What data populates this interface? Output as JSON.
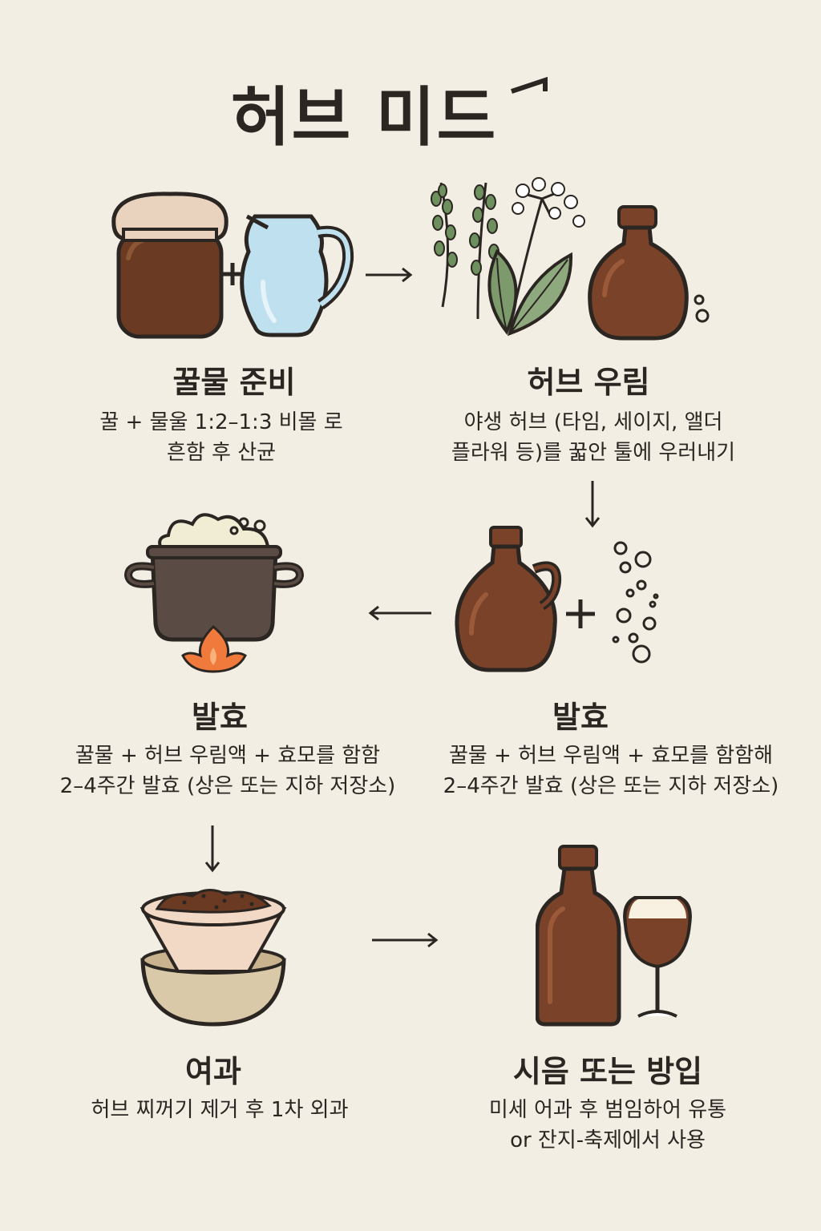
{
  "title": "허브 미드",
  "steps": [
    {
      "id": "step-1",
      "title": "꿀물 준비",
      "lines": [
        "꿀 + 물울 1:2–1:3 비몰 로",
        "흔함 후 산균"
      ]
    },
    {
      "id": "step-2",
      "title": "허브 우림",
      "lines": [
        "야생 허브 (타임, 세이지, 앨더",
        "플라워 등)를 꿃안 툴에 우러내기"
      ]
    },
    {
      "id": "step-3",
      "title": "발효",
      "lines": [
        "꿀물 + 허브 우림액 + 효모를 함함해",
        "2–4주간 발효 (상은 또는 지하 저장소)"
      ]
    },
    {
      "id": "step-4",
      "title": "발효",
      "lines": [
        "꿀물 + 허브 우림액 + 효모를 함함",
        "2–4주간 발효 (상은 또는 지하 저장소)"
      ]
    },
    {
      "id": "step-5",
      "title": "여과",
      "lines": [
        "허브 찌꺼기 제거 후 1차 외과"
      ]
    },
    {
      "id": "step-6",
      "title": "시음 또는 방입",
      "lines": [
        "미세 어과 후 범임하어 유통",
        "or 잔지-축제에서 사용"
      ]
    }
  ],
  "colors": {
    "background": "#f3eee4",
    "outline": "#2b2622",
    "brown": "#7a4228",
    "honey": "#6b3a22",
    "water": "#bfe0ef",
    "leaf": "#6e8f5e",
    "flame": "#f07a3c",
    "pot": "#5a4b44",
    "bowl": "#d9c9a8"
  },
  "icons": [
    "honey-jar-icon",
    "water-pitcher-icon",
    "herbs-icon",
    "bottle-icon",
    "bubbles-icon",
    "jug-icon",
    "pot-icon",
    "flame-icon",
    "strainer-bowl-icon",
    "wine-glass-icon"
  ]
}
